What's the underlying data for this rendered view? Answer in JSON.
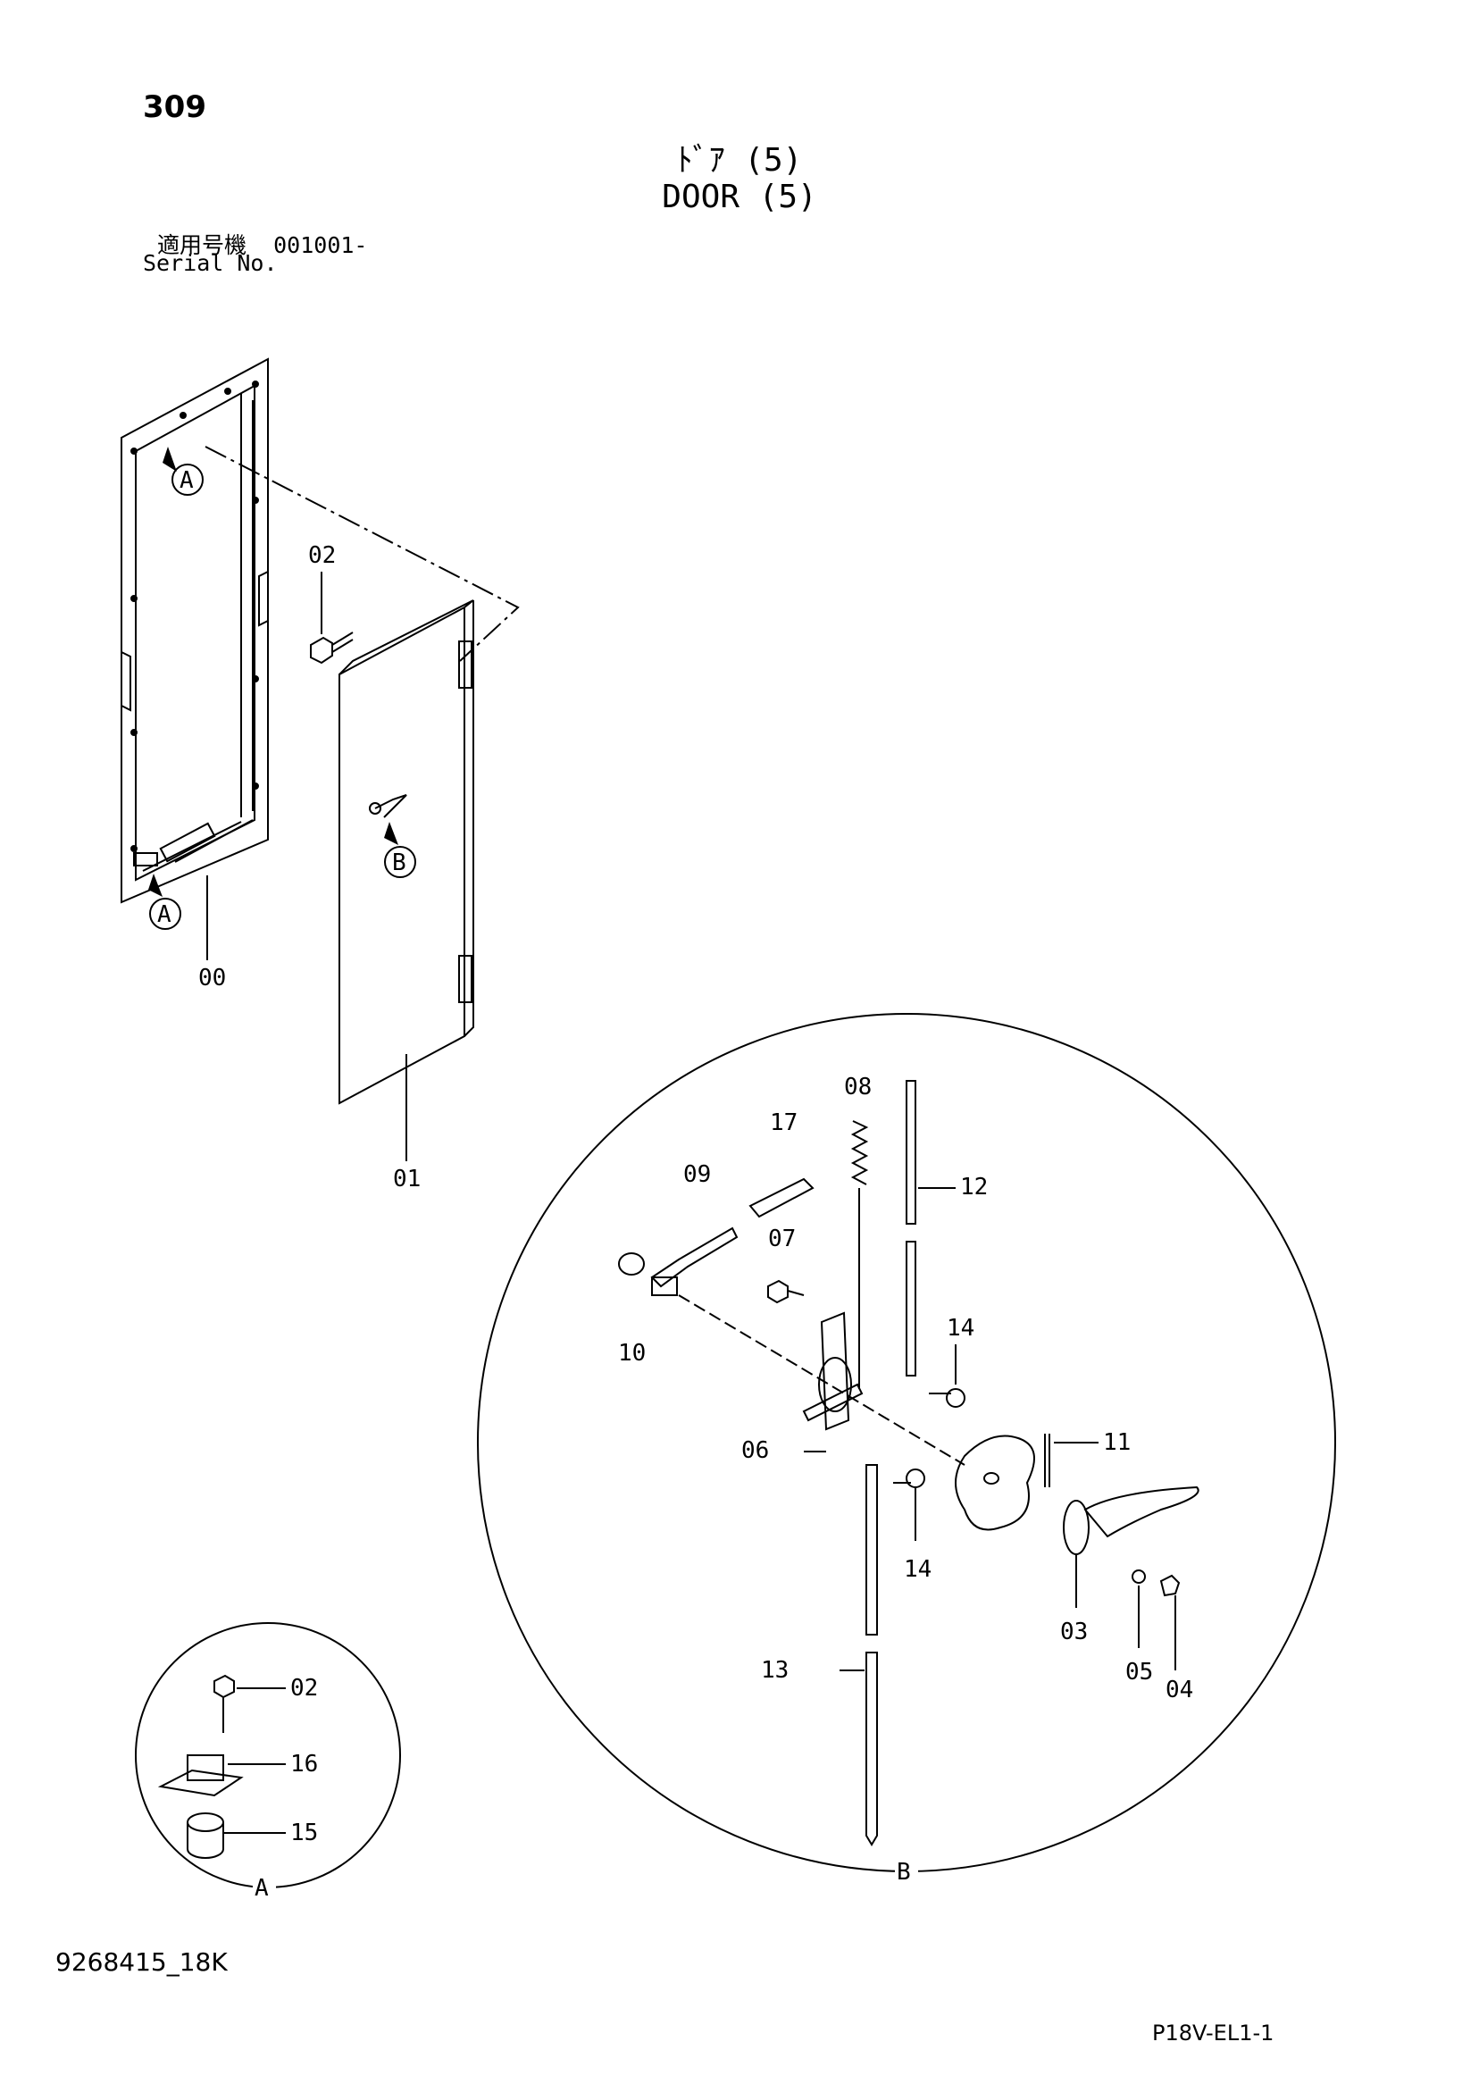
{
  "page_number": "309",
  "title_jp": "ﾄﾞｱ (5)",
  "title_en": "DOOR (5)",
  "serial_label_jp": "適用号機",
  "serial_range": "001001-",
  "serial_label_en": "Serial No.",
  "drawing_id": "9268415_18K",
  "sheet_code": "P18V-EL1-1",
  "view_markers": {
    "a": "A",
    "b": "B"
  },
  "part_numbers": {
    "p00": "00",
    "p01": "01",
    "p02": "02",
    "p03": "03",
    "p04": "04",
    "p05": "05",
    "p06": "06",
    "p07": "07",
    "p08": "08",
    "p09": "09",
    "p10": "10",
    "p11": "11",
    "p12": "12",
    "p13": "13",
    "p14": "14",
    "p15": "15",
    "p16": "16",
    "p17": "17"
  }
}
